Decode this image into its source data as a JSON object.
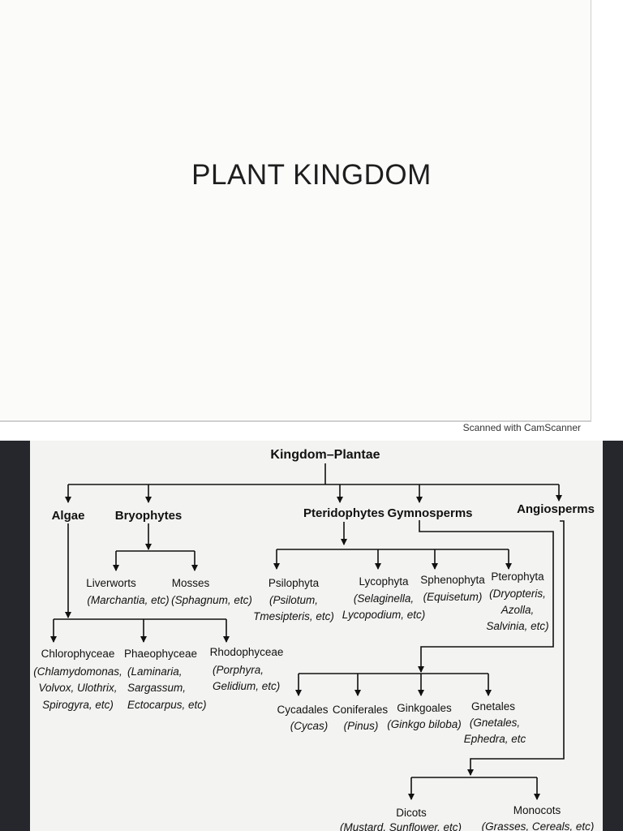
{
  "cover": {
    "title": "PLANT KINGDOM",
    "watermark": "Scanned with CamScanner"
  },
  "tree": {
    "root": "Kingdom–Plantae",
    "groups": {
      "algae": "Algae",
      "bryophytes": "Bryophytes",
      "pteridophytes": "Pteridophytes",
      "gymnosperms": "Gymnosperms",
      "angiosperms": "Angiosperms"
    },
    "bryophyte_classes": [
      {
        "name": "Liverworts",
        "example": "(Marchantia, etc)"
      },
      {
        "name": "Mosses",
        "example": "(Sphagnum, etc)"
      }
    ],
    "algae_classes": [
      {
        "name": "Chlorophyceae",
        "example_lines": [
          "(Chlamydomonas,",
          "Volvox, Ulothrix,",
          "Spirogyra, etc)"
        ]
      },
      {
        "name": "Phaeophyceae",
        "example_lines": [
          "(Laminaria,",
          "Sargassum,",
          "Ectocarpus, etc)"
        ]
      },
      {
        "name": "Rhodophyceae",
        "example_lines": [
          "(Porphyra,",
          "Gelidium, etc)"
        ]
      }
    ],
    "pteridophyte_classes": [
      {
        "name": "Psilophyta",
        "example_lines": [
          "(Psilotum,",
          "Tmesipteris, etc)"
        ]
      },
      {
        "name": "Lycophyta",
        "example_lines": [
          "(Selaginella,",
          "Lycopodium, etc)"
        ]
      },
      {
        "name": "Sphenophyta",
        "example_lines": [
          "(Equisetum)"
        ]
      },
      {
        "name": "Pterophyta",
        "example_lines": [
          "(Dryopteris,",
          "Azolla,",
          "Salvinia, etc)"
        ]
      }
    ],
    "gymnosperm_orders": [
      {
        "name": "Cycadales",
        "example_lines": [
          "(Cycas)"
        ]
      },
      {
        "name": "Coniferales",
        "example_lines": [
          "(Pinus)"
        ]
      },
      {
        "name": "Ginkgoales",
        "example_lines": [
          "(Ginkgo biloba)"
        ]
      },
      {
        "name": "Gnetales",
        "example_lines": [
          "(Gnetales,",
          "Ephedra, etc"
        ]
      }
    ],
    "angiosperm_classes": [
      {
        "name": "Dicots",
        "example": "(Mustard, Sunflower, etc)"
      },
      {
        "name": "Monocots",
        "example": "(Grasses, Cereals, etc)"
      }
    ]
  }
}
